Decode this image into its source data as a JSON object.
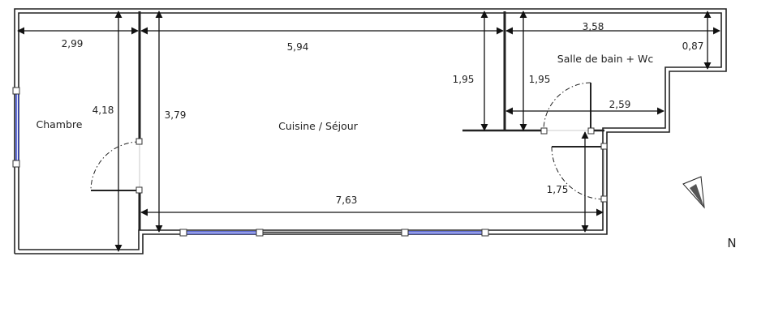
{
  "rooms": {
    "chambre": "Chambre",
    "cuisine_sejour": "Cuisine / Séjour",
    "salle_de_bain": "Salle de bain + Wc"
  },
  "dimensions": {
    "chambre_width": "2,99",
    "chambre_height": "4,18",
    "sejour_width": "5,94",
    "sejour_height": "3,79",
    "sdb_width": "3,58",
    "sdb_notch": "0,87",
    "sdb_height_left": "1,95",
    "sdb_height_inner": "1,95",
    "sdb_inner_width": "2,59",
    "entry_height": "1,75",
    "total_width": "7,63"
  },
  "compass": {
    "north_label": "N"
  },
  "colors": {
    "wall": "#222222",
    "window": "#3344cc",
    "dim": "#111111"
  }
}
